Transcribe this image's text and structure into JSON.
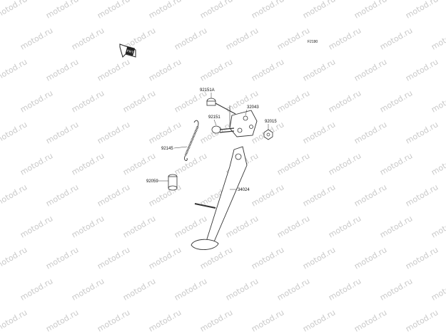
{
  "figure_id": "F2190",
  "watermark_text": "motod.ru",
  "part_labels": [
    {
      "id": "p92151A",
      "text": "92151A"
    },
    {
      "id": "p32043",
      "text": "32043"
    },
    {
      "id": "p92151",
      "text": "92151"
    },
    {
      "id": "p92015",
      "text": "92015"
    },
    {
      "id": "p92145",
      "text": "92145"
    },
    {
      "id": "p92059",
      "text": "92059"
    },
    {
      "id": "p34024",
      "text": "34024"
    }
  ],
  "colors": {
    "line": "#333333",
    "watermark": "#c9c9c9",
    "background": "#ffffff"
  },
  "icons": {
    "front_arrow": "front-direction-icon"
  }
}
